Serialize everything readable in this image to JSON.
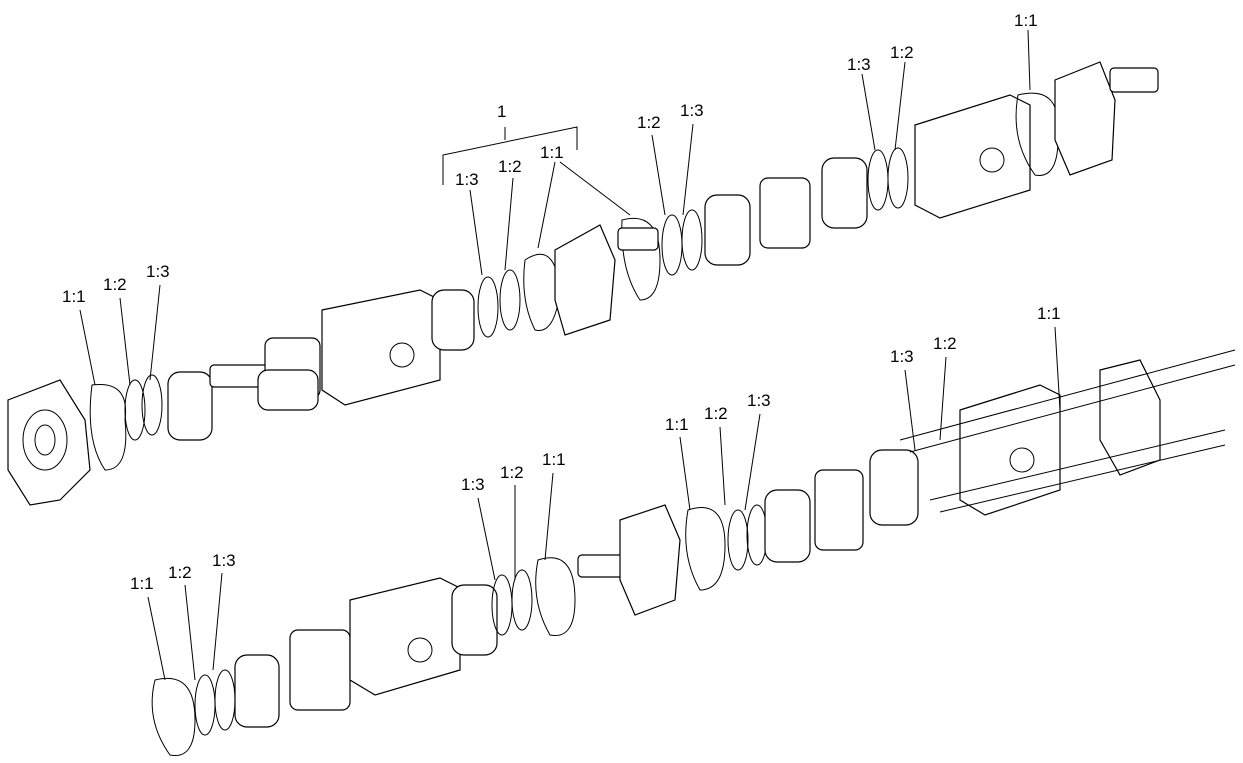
{
  "diagram": {
    "group_label": "1",
    "labels": [
      "1:1",
      "1:2",
      "1:3",
      "1:3",
      "1:2",
      "1:1",
      "1:2",
      "1:3",
      "1:1",
      "1:2",
      "1:3",
      "1:1",
      "1:3",
      "1:2",
      "1:1",
      "1:2",
      "1:3",
      "1:3",
      "1:2",
      "1:1",
      "1:1",
      "1:2",
      "1:3"
    ]
  }
}
